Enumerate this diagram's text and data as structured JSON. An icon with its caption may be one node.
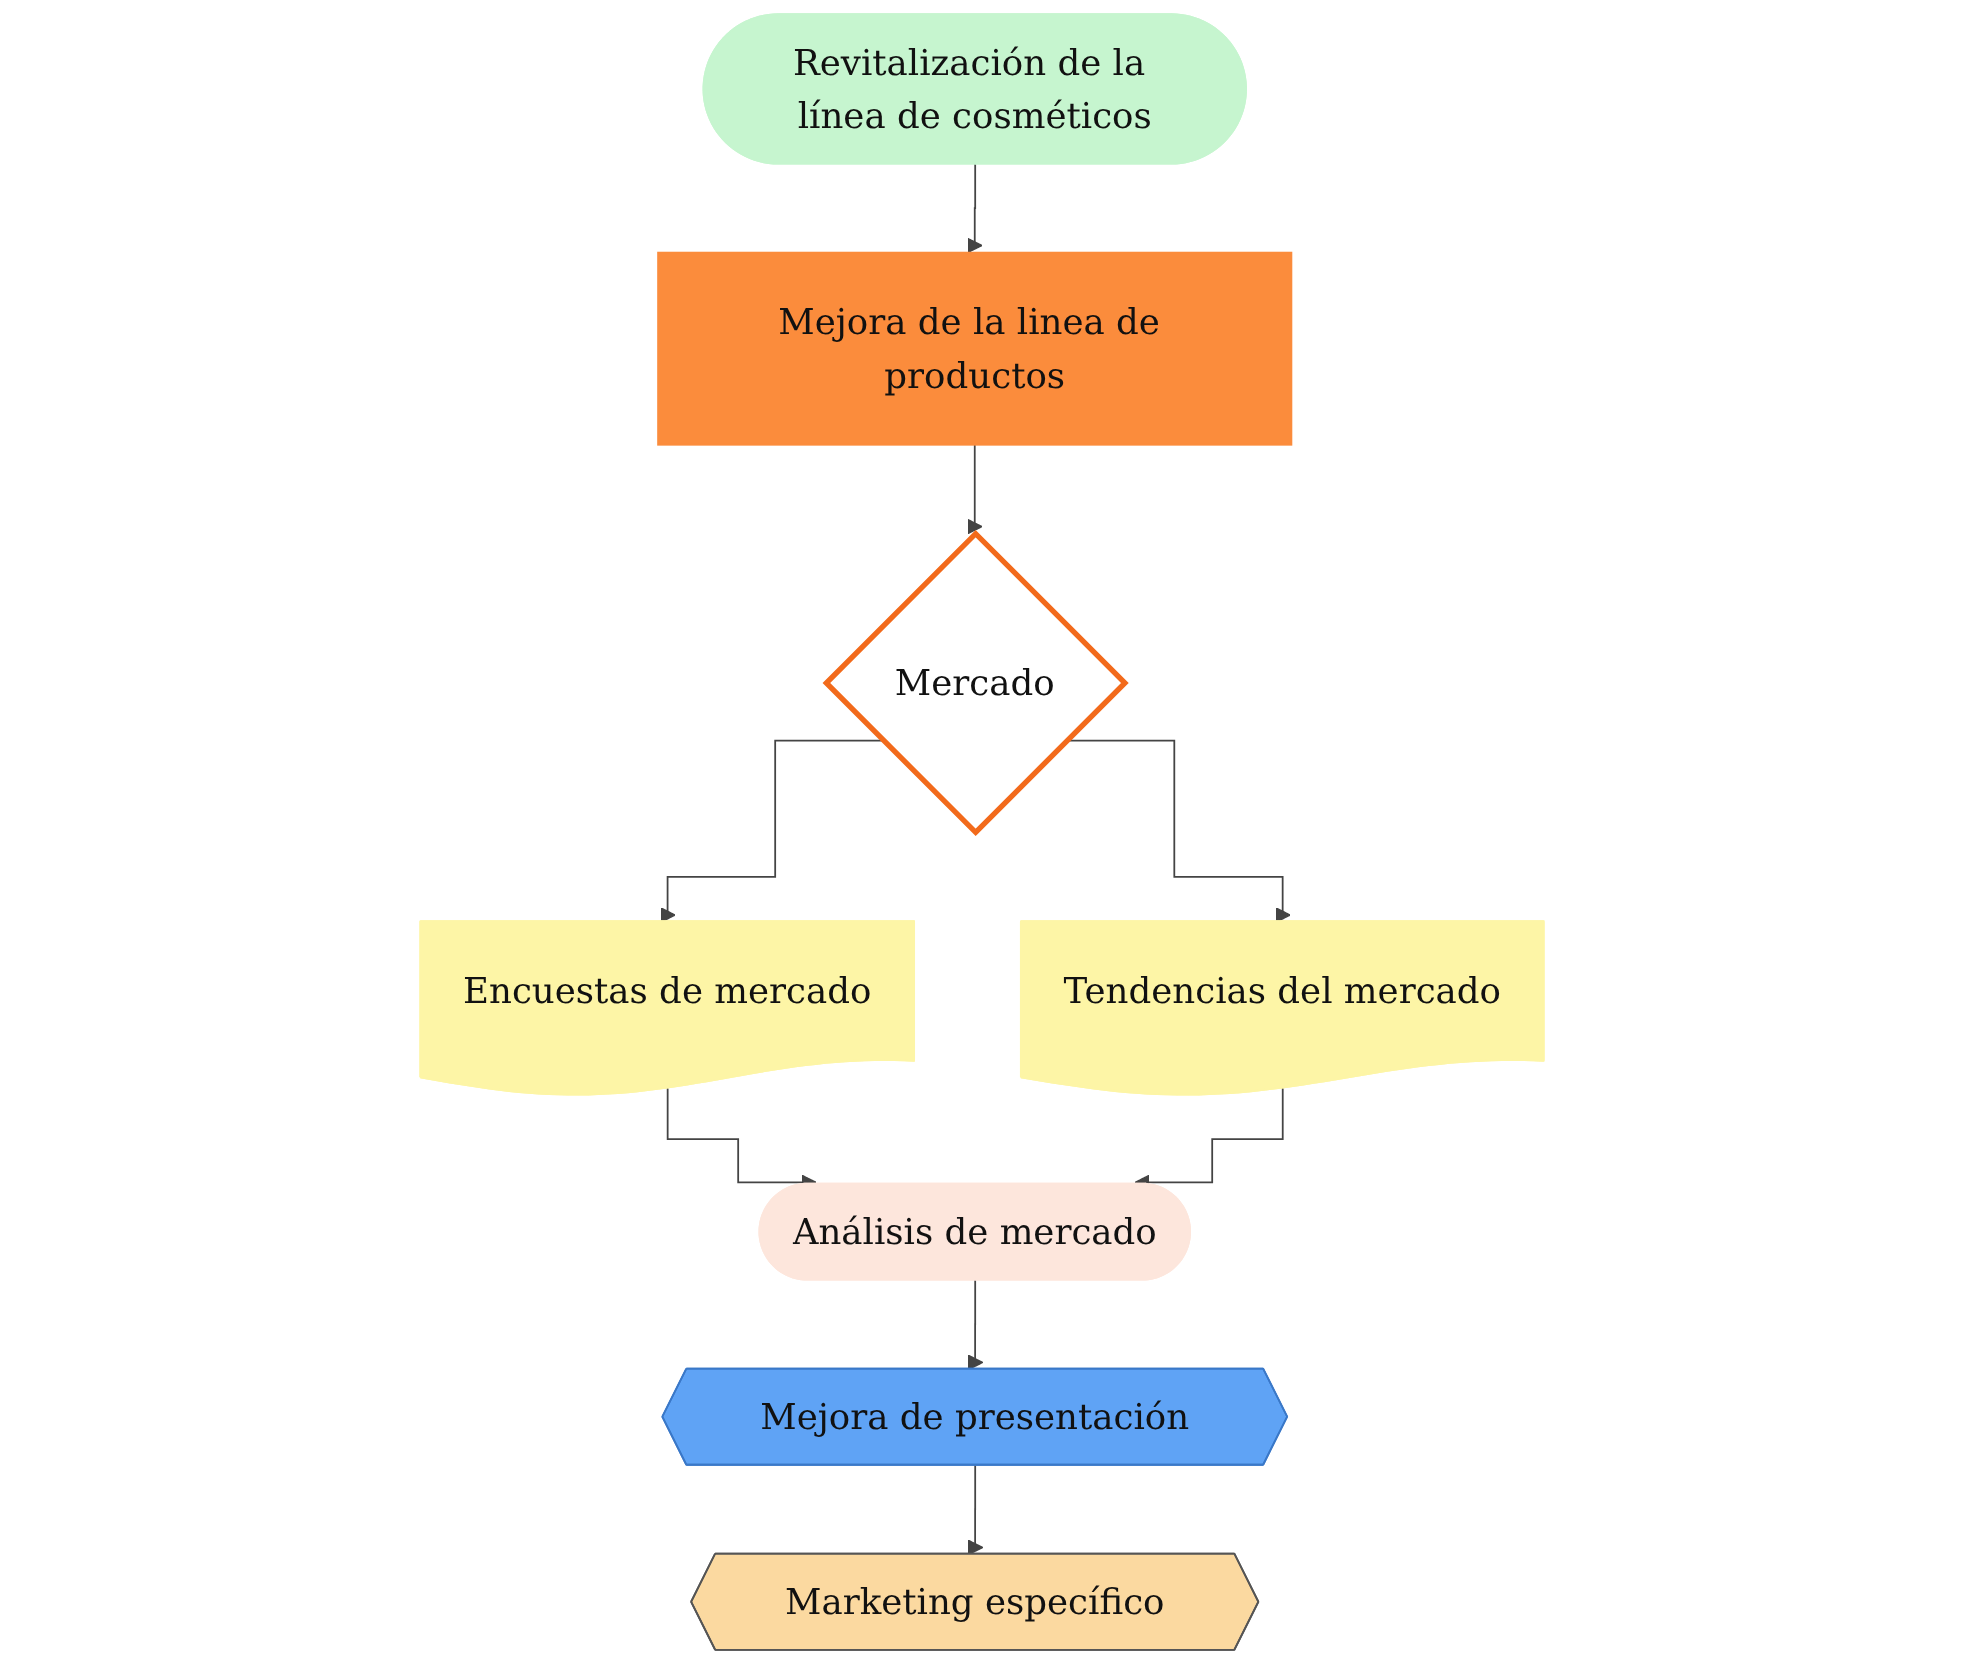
{
  "diagram": {
    "nodes": [
      {
        "text": [
          "Revitalización de la línea de cosméticos"
        ]
      },
      {
        "text": [
          "Mejora de la linea de productos"
        ]
      },
      {
        "text": [
          "Mercado"
        ]
      },
      {
        "text": [
          "Encuestas de mercado"
        ]
      },
      {
        "text": [
          "Tendencias del mercado"
        ]
      },
      {
        "text": [
          "Análisis de mercado"
        ]
      },
      {
        "text": [
          "Mejora de presentación"
        ]
      },
      {
        "text": [
          "Marketing específico"
        ]
      }
    ],
    "edges": [
      {
        "from": 0,
        "to": 1,
        "arrow": "to"
      },
      {
        "from": 1,
        "to": 2,
        "arrow": "to"
      },
      {
        "from": 2,
        "to": 3,
        "arrow": "to"
      },
      {
        "from": 2,
        "to": 4,
        "arrow": "to"
      },
      {
        "from": 3,
        "to": 5,
        "arrow": "to"
      },
      {
        "from": 4,
        "to": 5,
        "arrow": "to"
      },
      {
        "from": 5,
        "to": 6,
        "arrow": "to"
      },
      {
        "from": 6,
        "to": 7,
        "arrow": "to"
      }
    ]
  }
}
